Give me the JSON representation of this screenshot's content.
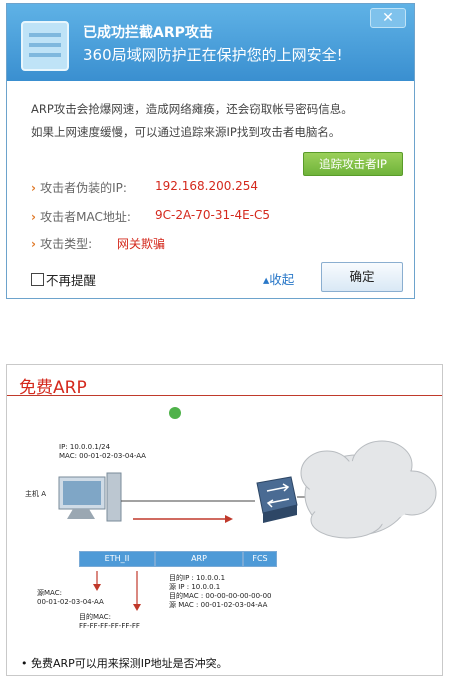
{
  "popup": {
    "title": "已成功拦截ARP攻击",
    "subtitle": "360局域网防护正在保护您的上网安全!",
    "close_label": "✕",
    "desc_line1": "ARP攻击会抢爆网速，造成网络瘫痪，还会窃取帐号密码信息。",
    "desc_line2": "如果上网速度缓慢，可以通过追踪来源IP找到攻击者电脑名。",
    "trace_button": "追踪攻击者IP",
    "ip_label": "攻击者伪装的IP:",
    "ip_value": "192.168.200.254",
    "mac_label": "攻击者MAC地址:",
    "mac_value": "9C-2A-70-31-4E-C5",
    "type_label": "攻击类型:",
    "type_value": "网关欺骗",
    "no_remind": "不再提醒",
    "collapse": "收起",
    "ok_button": "确定",
    "accent_color": "#3a8fd0",
    "alert_color": "#d4291d"
  },
  "slide": {
    "title": "免费ARP",
    "host_ip": "IP:    10.0.0.1/24",
    "host_mac": "MAC: 00-01-02-03-04-AA",
    "host_label": "主机 A",
    "frame_eth": "ETH_II",
    "frame_arp": "ARP",
    "frame_fcs": "FCS",
    "src_mac_label": "源MAC:",
    "src_mac_value": "00-01-02-03-04-AA",
    "dst_mac_label": "目的MAC:",
    "dst_mac_value": "FF-FF-FF-FF-FF-FF",
    "arp_dst_ip": "目的IP : 10.0.0.1",
    "arp_src_ip": "源    IP :   10.0.0.1",
    "arp_dst_mac": "目的MAC : 00-00-00-00-00-00",
    "arp_src_mac": "源      MAC : 00-01-02-03-04-AA",
    "bullet": "免费ARP可以用来探测IP地址是否冲突。"
  }
}
